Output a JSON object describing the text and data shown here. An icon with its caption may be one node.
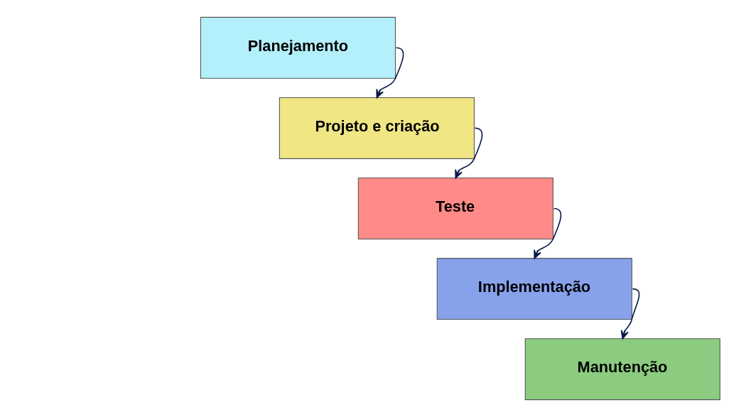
{
  "diagram": {
    "nodes": [
      {
        "text": [
          "Planejamento"
        ]
      },
      {
        "text": [
          "Projeto e criação"
        ]
      },
      {
        "text": [
          "Teste"
        ]
      },
      {
        "text": [
          "Implementação"
        ]
      },
      {
        "text": [
          "Manutenção"
        ]
      }
    ],
    "edges": [
      {
        "from": 0,
        "to": 1,
        "arrow": "to"
      },
      {
        "from": 1,
        "to": 2,
        "arrow": "to"
      },
      {
        "from": 2,
        "to": 3,
        "arrow": "to"
      },
      {
        "from": 3,
        "to": 4,
        "arrow": "to"
      }
    ]
  }
}
